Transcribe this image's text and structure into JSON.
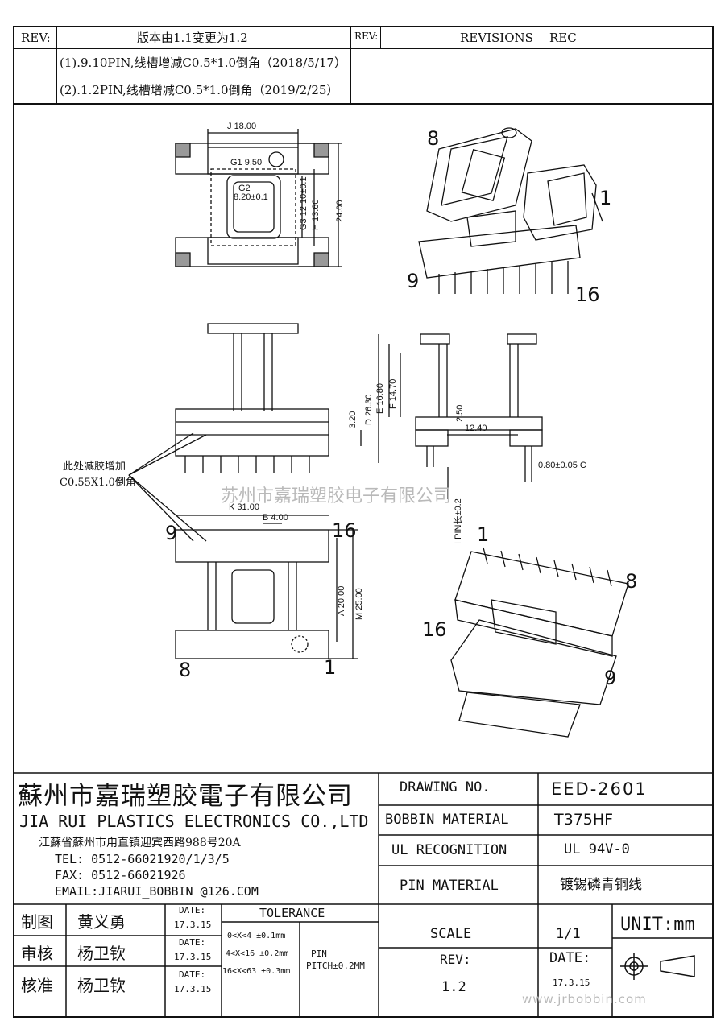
{
  "rev_table": {
    "rev_header": "REV:",
    "change_title": "版本由1.1变更为1.2",
    "rev_header_right": "REV:",
    "revisions": "REVISIONS",
    "rec": "REC",
    "rows": [
      "(1).9.10PIN,线槽增减C0.5*1.0倒角（2018/5/17）",
      "(2).1.2PIN,线槽增减C0.5*1.0倒角（2019/2/25）"
    ]
  },
  "top_view": {
    "dim_j": "18.00",
    "dim_g1": "9.50",
    "dim_g2": "8.20±0.1",
    "dim_g3": "12.10±0.1",
    "dim_h": "13.60",
    "dim_i": "24.00",
    "bubble_j": "J",
    "bubble_g1": "G1",
    "bubble_g2": "G2",
    "bubble_g3": "G3",
    "bubble_h": "H"
  },
  "iso_top": {
    "pin8": "8",
    "pin1": "1",
    "pin9": "9",
    "pin16": "16"
  },
  "side_view": {
    "dim_d": "26.30",
    "dim_e": "16.80",
    "dim_f": "14.70",
    "dim_320": "3.20",
    "dim_250": "2.50",
    "dim_1240": "12.40",
    "dim_c": "0.80±0.05",
    "dim_pin_len": "PIN长±0.2",
    "bubble_d": "D",
    "bubble_e": "E",
    "bubble_f": "F",
    "bubble_c": "C",
    "bubble_i": "I"
  },
  "note": {
    "line1": "此处减胶增加",
    "line2": "C0.55X1.0倒角"
  },
  "watermark_mid": "苏州市嘉瑞塑胶电子有限公司",
  "bottom_view": {
    "dim_k": "31.00",
    "dim_b": "4.00",
    "dim_a": "20.00",
    "dim_m": "25.00",
    "bubble_k": "K",
    "bubble_b": "B",
    "bubble_a": "A",
    "bubble_m": "M",
    "pin9": "9",
    "pin16": "16",
    "pin8": "8",
    "pin1": "1"
  },
  "iso_bottom": {
    "pin1": "1",
    "pin8": "8",
    "pin16": "16",
    "pin9": "9"
  },
  "company": {
    "name_cn": "蘇州市嘉瑞塑胶電子有限公司",
    "name_en": "JIA RUI PLASTICS ELECTRONICS CO.,LTD",
    "address": "江蘇省蘇州市甪直镇迎宾西路988号20A",
    "tel": "TEL:  0512-66021920/1/3/5",
    "fax": "FAX:  0512-66021926",
    "email": "EMAIL:JIARUI_BOBBIN @126.COM"
  },
  "spec": {
    "drawing_no_label": "DRAWING   NO.",
    "drawing_no": "EED-2601",
    "bobbin_material_label": "BOBBIN  MATERIAL",
    "bobbin_material": "T375HF",
    "ul_label": "UL RECOGNITION",
    "ul_value": "UL 94V-0",
    "pin_material_label": "PIN MATERIAL",
    "pin_material": "镀锡磷青铜线"
  },
  "signoff": {
    "rows": [
      {
        "role": "制图",
        "name": "黄义勇",
        "date_label": "DATE:",
        "date": "17.3.15"
      },
      {
        "role": "审核",
        "name": "杨卫钦",
        "date_label": "DATE:",
        "date": "17.3.15"
      },
      {
        "role": "核准",
        "name": "杨卫钦",
        "date_label": "DATE:",
        "date": "17.3.15"
      }
    ]
  },
  "tolerance": {
    "title": "TOLERANCE",
    "rows": [
      "0<X<4  ±0.1mm",
      "4<X<16 ±0.2mm",
      "16<X<63 ±0.3mm"
    ],
    "pin_label": "PIN",
    "pin_pitch": "PITCH±0.2MM"
  },
  "scale": {
    "label": "SCALE",
    "value": "1/1",
    "unit": "UNIT:mm",
    "rev_label": "REV:",
    "rev_value": "1.2",
    "date_label": "DATE:",
    "date_value": "17.3.15",
    "watermark_url": "www.jrbobbin.com"
  }
}
